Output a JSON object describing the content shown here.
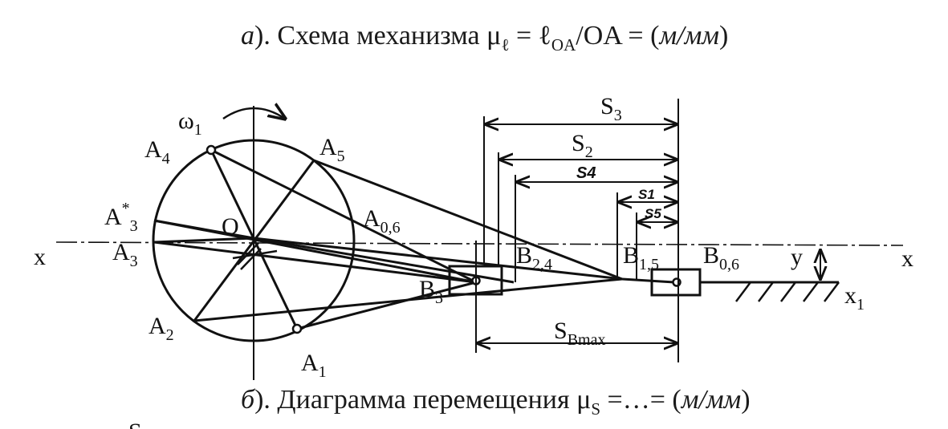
{
  "title_a": {
    "prefix": "а",
    "text": "). Схема механизма μ",
    "mu_sub": "ℓ",
    "eq": " = ℓ",
    "l_sub": "OA",
    "rest": "/OA = (",
    "units": "м/мм",
    "close": ")"
  },
  "title_b": {
    "prefix": "б",
    "text": "). Диаграмма перемещения μ",
    "mu_sub": "S",
    "rest": " =…= (",
    "units": "м/мм",
    "close": ")"
  },
  "labels": {
    "omega": "ω",
    "omega_sub": "1",
    "O": "O",
    "x_left": "x",
    "x_right": "x",
    "x1": "x",
    "x1_sub": "1",
    "y": "y",
    "A": "A",
    "A1_sub": "1",
    "A2_sub": "2",
    "A3_sub": "3",
    "A4_sub": "4",
    "A5_sub": "5",
    "A06_sub": "0,6",
    "A3star_sup": "*",
    "A3star_sub": "3",
    "B": "B",
    "B3_sub": "3",
    "B24_sub": "2,4",
    "B15_sub": "1,5",
    "B06_sub": "0,6",
    "S": "S",
    "S3_sub": "3",
    "S2_sub": "2",
    "S4_hand": "S4",
    "S1_hand": "S1",
    "S5_hand": "S5",
    "SBmax_sub": "Bmax",
    "footer_S": "S"
  },
  "colors": {
    "ink": "#111111",
    "pen": "#3a2a3a"
  }
}
